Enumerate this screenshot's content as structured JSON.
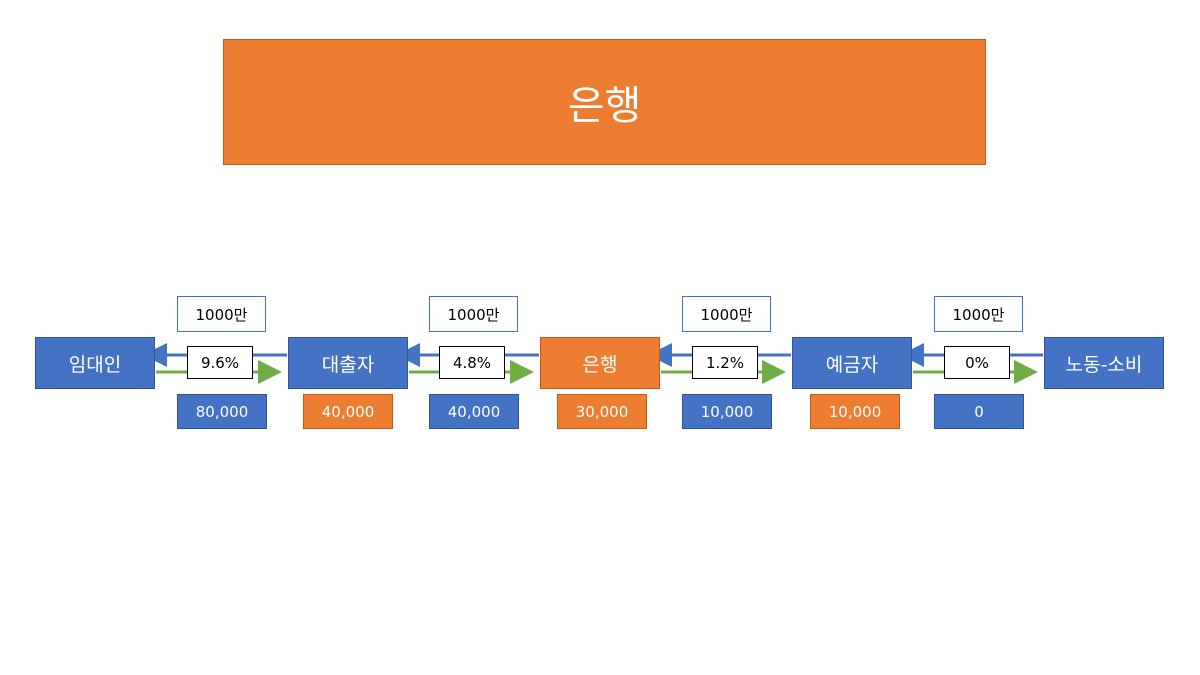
{
  "title": "은행",
  "colors": {
    "blue": "#4472c4",
    "orange": "#ed7d31",
    "green": "#70ad47"
  },
  "nodes": [
    {
      "label": "임대인",
      "color": "blue"
    },
    {
      "label": "대출자",
      "color": "blue"
    },
    {
      "label": "은행",
      "color": "orange"
    },
    {
      "label": "예금자",
      "color": "blue"
    },
    {
      "label": "노동-소비",
      "color": "blue"
    }
  ],
  "links": [
    {
      "amount": "1000만",
      "rate": "9.6%"
    },
    {
      "amount": "1000만",
      "rate": "4.8%"
    },
    {
      "amount": "1000만",
      "rate": "1.2%"
    },
    {
      "amount": "1000만",
      "rate": "0%"
    }
  ],
  "values": [
    {
      "value": "80,000",
      "color": "blue"
    },
    {
      "value": "40,000",
      "color": "orange"
    },
    {
      "value": "40,000",
      "color": "blue"
    },
    {
      "value": "30,000",
      "color": "orange"
    },
    {
      "value": "10,000",
      "color": "blue"
    },
    {
      "value": "10,000",
      "color": "orange"
    },
    {
      "value": "0",
      "color": "blue"
    }
  ]
}
